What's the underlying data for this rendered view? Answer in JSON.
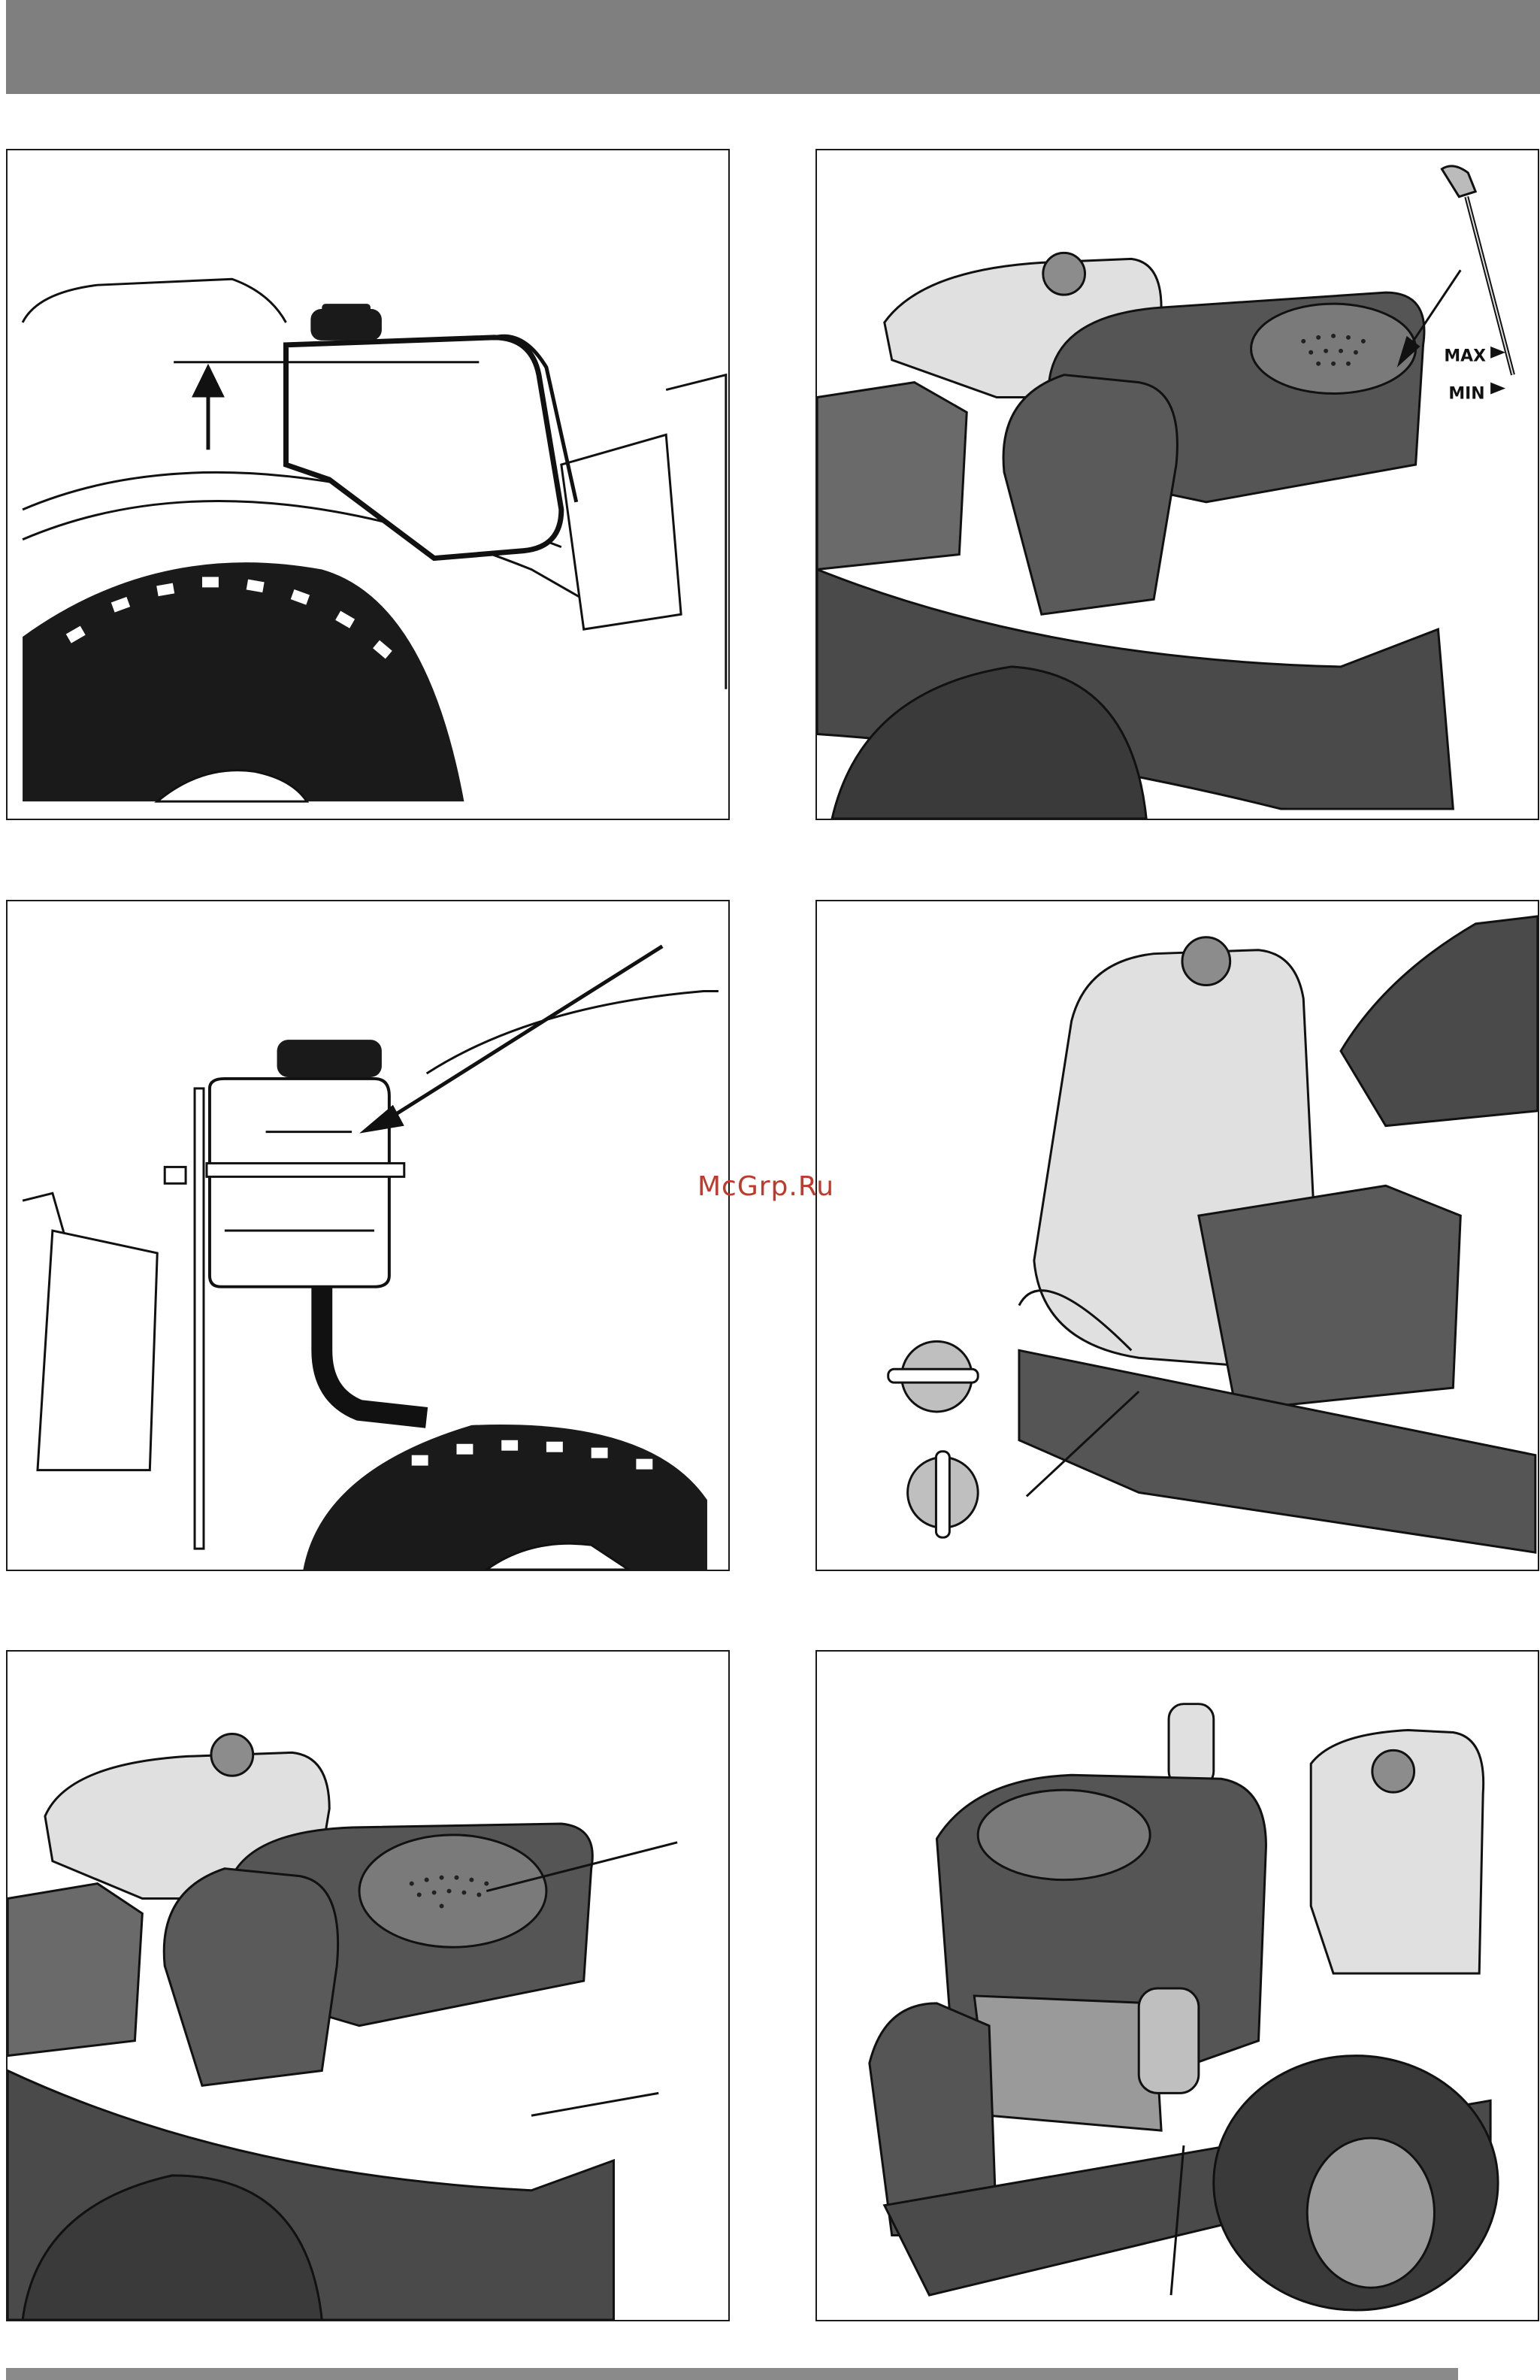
{
  "watermark": "McGrp.Ru",
  "dipstick": {
    "max_label": "MAX",
    "min_label": "MIN"
  },
  "colors": {
    "header_bar": "#7f7f7f",
    "footer_bar": "#8a8a8a",
    "watermark": "#c0392b",
    "body_dark": "#555555",
    "body_mid": "#8c8c8c",
    "tank_light": "#e0e0e0",
    "tire_dark": "#3a3a3a"
  },
  "figures": [
    {
      "id": "fuel-tank-level"
    },
    {
      "id": "engine-oil-dipstick"
    },
    {
      "id": "fuel-tank-side-view"
    },
    {
      "id": "fuel-valve-positions"
    },
    {
      "id": "engine-air-filter"
    },
    {
      "id": "engine-rear-view"
    }
  ]
}
